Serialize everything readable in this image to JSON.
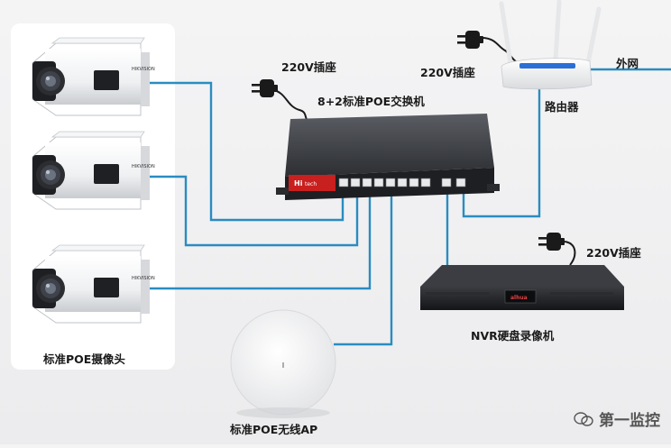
{
  "labels": {
    "switch": "8+2标准POE交换机",
    "switch_socket": "220V插座",
    "router_socket": "220V插座",
    "router": "路由器",
    "wan": "外网",
    "nvr_socket": "220V插座",
    "nvr": "NVR硬盘录像机",
    "cameras": "标准POE摄像头",
    "ap": "标准POE无线AP"
  },
  "device_text": {
    "camera_brand": "HIKVISION",
    "switch_brand": "Hi",
    "switch_brand_badge": "tech",
    "nvr_brand": "alhua"
  },
  "watermark": "第一监控",
  "colors": {
    "cable": "#2a8cc0",
    "switch_red": "#c8201f",
    "router_blue": "#2b6fd6"
  }
}
